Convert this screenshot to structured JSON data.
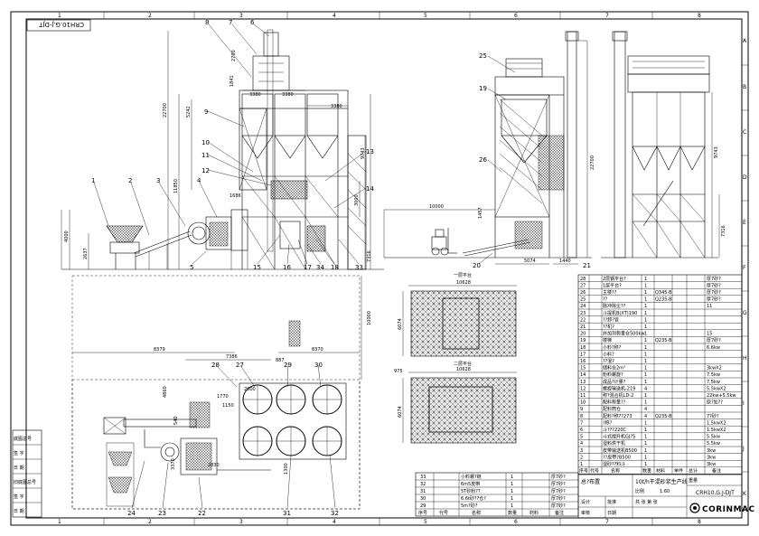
{
  "drawing_code": "CRH10.G.J-DJT",
  "brand": "CORINMAC",
  "frame": {
    "columns": [
      "1",
      "2",
      "3",
      "4",
      "5",
      "6",
      "7",
      "8"
    ],
    "rows": [
      "A",
      "B",
      "C",
      "D",
      "E",
      "F",
      "G",
      "H",
      "I",
      "J",
      "K"
    ]
  },
  "elevation_dims": {
    "d2700": "2700",
    "d1841": "1841",
    "d3380a": "3380",
    "d3380b": "3380",
    "d3380c": "3380",
    "d5242": "5242",
    "d22700": "22700",
    "d11850": "11850",
    "d1686": "1686",
    "d4000": "4000",
    "d2637": "2637",
    "d7316": "7316",
    "d9743": "9743",
    "d3000": "3000",
    "d10000": "10000",
    "d1457": "1457"
  },
  "side_dims": {
    "d22700": "22700",
    "d5074": "5074",
    "d1440": "1440",
    "d9743": "9743",
    "d7316": "7316"
  },
  "plan_dims": {
    "d8379": "8379",
    "d7386": "7386",
    "d8370": "8370",
    "d10000": "10000",
    "d4860": "4860",
    "d1770": "1770",
    "d1150": "1150",
    "d2000": "2000",
    "d2830": "2830",
    "d540": "540",
    "d3370": "3370",
    "d1300": "1300",
    "d887": "887"
  },
  "platform_views": {
    "top_label": "一层平台",
    "top_width": "10628",
    "top_depth": "6074",
    "bottom_label": "二层平台",
    "bottom_width": "10628",
    "bottom_depth": "6074",
    "bottom_left": "975"
  },
  "callouts": {
    "c1": "1",
    "c2": "2",
    "c3": "3",
    "c4": "4",
    "c5": "5",
    "c6": "6",
    "c7": "7",
    "c8": "8",
    "c9": "9",
    "c10": "10",
    "c11": "11",
    "c12": "12",
    "c13": "13",
    "c14": "14",
    "c15": "15",
    "c16": "16",
    "c17": "17",
    "c18": "18",
    "c19": "19",
    "c20": "20",
    "c21": "21",
    "c22": "22",
    "c23": "23",
    "c24": "24",
    "c25": "25",
    "c26": "26",
    "c27": "27",
    "c28": "28",
    "c29": "29",
    "c30": "30",
    "c31": "31",
    "c32": "32",
    "c33": "33",
    "c34": "34"
  },
  "bom": {
    "rows": [
      {
        "no": "28",
        "name": "2层钢平台?",
        "qty": "1",
        "mat": "",
        "spec": "",
        "note": "厚7砂?"
      },
      {
        "no": "27",
        "name": "1层平台?",
        "qty": "1",
        "mat": "",
        "spec": "",
        "note": "厚7砂?"
      },
      {
        "no": "26",
        "name": "主楼??",
        "qty": "1",
        "mat": "Q345-B",
        "spec": "",
        "note": "厚7砂?"
      },
      {
        "no": "25",
        "name": "??",
        "qty": "1",
        "mat": "Q235-B",
        "spec": "",
        "note": "厚7砂?"
      },
      {
        "no": "24",
        "name": "脉冲除尘??",
        "qty": "1",
        "mat": "",
        "spec": "",
        "note": "11"
      },
      {
        "no": "23",
        "name": "斗提机B(XT)190",
        "qty": "1",
        "mat": "",
        "spec": "",
        "note": ""
      },
      {
        "no": "22",
        "name": "??卸?管",
        "qty": "1",
        "mat": "",
        "spec": "",
        "note": ""
      },
      {
        "no": "21",
        "name": "??机?",
        "qty": "1",
        "mat": "",
        "spec": "",
        "note": ""
      },
      {
        "no": "20",
        "name": "外加剂称量仓500kw",
        "qty": "1",
        "mat": "",
        "spec": "",
        "note": "15"
      },
      {
        "no": "19",
        "name": "楼梯",
        "qty": "1",
        "mat": "Q235-B",
        "spec": "",
        "note": "厚7砂?"
      },
      {
        "no": "18",
        "name": "小料?称?",
        "qty": "1",
        "mat": "",
        "spec": "",
        "note": "6.6kw"
      },
      {
        "no": "17",
        "name": "小料?",
        "qty": "1",
        "mat": "",
        "spec": "",
        "note": ""
      },
      {
        "no": "16",
        "name": "??混?",
        "qty": "1",
        "mat": "",
        "spec": "",
        "note": ""
      },
      {
        "no": "15",
        "name": "储料仓2m³",
        "qty": "1",
        "mat": "",
        "spec": "",
        "note": "3kwX2"
      },
      {
        "no": "14",
        "name": "粉料螺旋?",
        "qty": "1",
        "mat": "",
        "spec": "",
        "note": "7.5kw"
      },
      {
        "no": "13",
        "name": "成品?计量?",
        "qty": "1",
        "mat": "",
        "spec": "",
        "note": "7.5kw"
      },
      {
        "no": "12",
        "name": "螺旋输送机-219",
        "qty": "4",
        "mat": "",
        "spec": "",
        "note": "5.5kwX2"
      },
      {
        "no": "11",
        "name": "称?混合机LD-2",
        "qty": "1",
        "mat": "",
        "spec": "",
        "note": "22kw+5.5kw"
      },
      {
        "no": "10",
        "name": "配料称量??",
        "qty": "1",
        "mat": "",
        "spec": "",
        "note": "原?加??"
      },
      {
        "no": "9",
        "name": "配料筒仓",
        "qty": "4",
        "mat": "",
        "spec": "",
        "note": ""
      },
      {
        "no": "8",
        "name": "配料?称??273",
        "qty": "4",
        "mat": "Q235-B",
        "spec": "",
        "note": "7?砂?"
      },
      {
        "no": "7",
        "name": "?称?",
        "qty": "1",
        "mat": "",
        "spec": "",
        "note": "1.5kwX2"
      },
      {
        "no": "6",
        "name": "斗???220C",
        "qty": "1",
        "mat": "",
        "spec": "",
        "note": "1.5kwX2"
      },
      {
        "no": "5",
        "name": "斗式提升机GJ?5",
        "qty": "1",
        "mat": "",
        "spec": "",
        "note": "5.5kw"
      },
      {
        "no": "4",
        "name": "湿料烘干机",
        "qty": "1",
        "mat": "",
        "spec": "",
        "note": "5.5kw"
      },
      {
        "no": "3",
        "name": "皮带输送机B500",
        "qty": "1",
        "mat": "",
        "spec": "",
        "note": "3kw"
      },
      {
        "no": "2",
        "name": "??皮带?B500",
        "qty": "1",
        "mat": "",
        "spec": "",
        "note": "3kw"
      },
      {
        "no": "1",
        "name": "湿砂??料斗",
        "qty": "1",
        "mat": "",
        "spec": "",
        "note": "3kw"
      }
    ],
    "header": {
      "no": "序号",
      "code": "代号",
      "name": "名称",
      "qty": "数量",
      "mat": "材料",
      "w1": "单件",
      "w2": "总计",
      "note": "备注"
    }
  },
  "lower_table": {
    "rows": [
      {
        "no": "33",
        "name": "小料螺?链",
        "qty": "1",
        "note": "厚7砂?"
      },
      {
        "no": "32",
        "name": "6m5皮带",
        "qty": "1",
        "note": "厚7砂?"
      },
      {
        "no": "31",
        "name": "5T砂粉??",
        "qty": "1",
        "note": "厚7砂?"
      },
      {
        "no": "30",
        "name": "6.6t砂??仓?",
        "qty": "1",
        "note": "厚7砂?"
      },
      {
        "no": "29",
        "name": "5m?砂?",
        "qty": "1",
        "note": "厚7砂?"
      }
    ],
    "header": {
      "no": "序号",
      "code": "代号",
      "name": "名称",
      "qty": "数量",
      "mat": "材料",
      "note": "备注"
    }
  },
  "left_strip": {
    "cells": [
      "底图总号",
      "签  字",
      "日  期",
      "旧底图总号",
      "签  字",
      "日  期"
    ]
  },
  "title_block": {
    "project": "10t/h干混砂浆生产线",
    "subtitle": "总?布置",
    "code": "CRH10.G.J-DJT",
    "scale_label": "比例",
    "scale": "1:60",
    "sheet": "共  张   第  张",
    "weight_label": "重量",
    "design": "设计",
    "check": "审核",
    "approve": "批准",
    "date_label": "日期",
    "brand": "CORINMAC"
  }
}
